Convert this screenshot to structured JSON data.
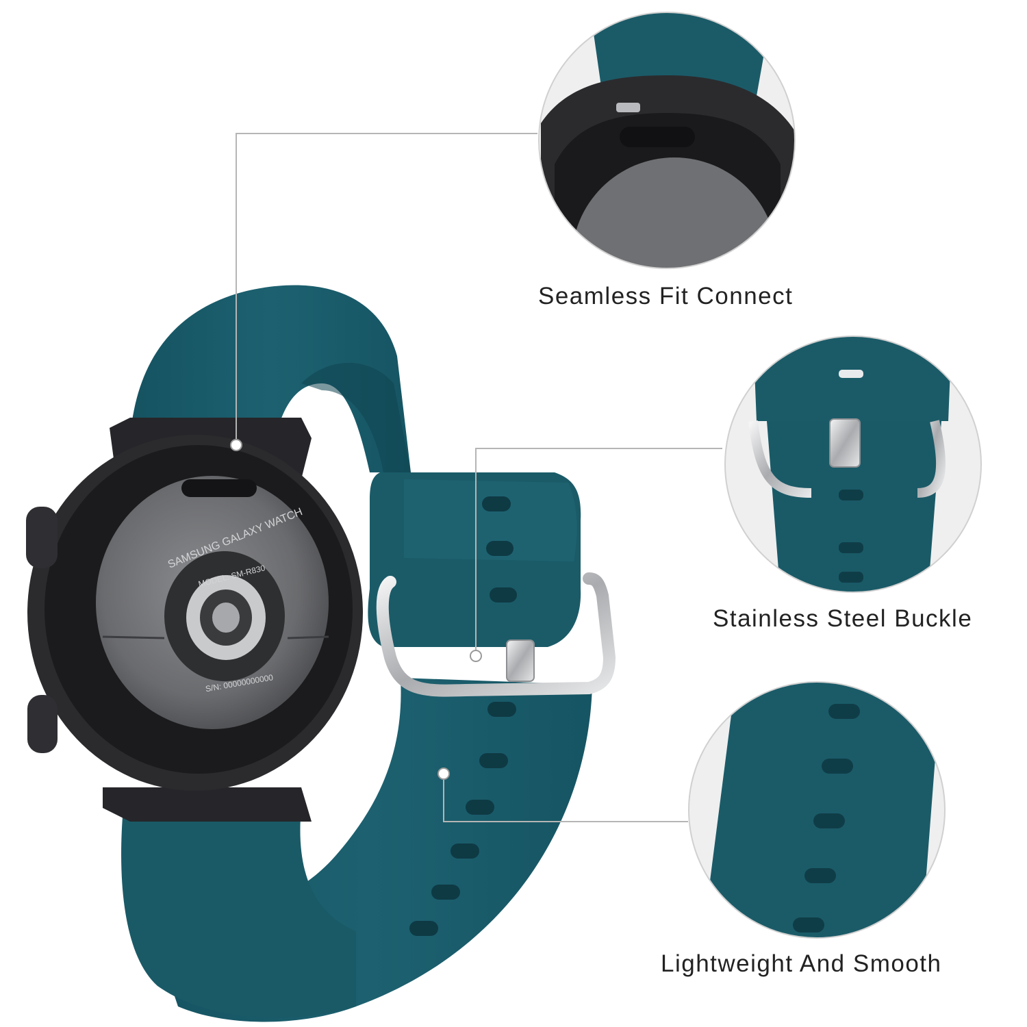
{
  "colors": {
    "band": "#1b5b68",
    "band_dark": "#134651",
    "band_light": "#24707f",
    "watch_case": "#2b2b2e",
    "watch_back": "#6e6f72",
    "steel": "#d9dadc",
    "leader_line": "#b5b5b5",
    "circle_border": "#d0d0d0",
    "caption_text": "#222222"
  },
  "watch": {
    "brand_text": "SAMSUNG GALAXY WATCH",
    "model_text": "MODEL: SM-R830",
    "serial_text": "S/N: 00000000000"
  },
  "features": [
    {
      "id": "fit-connect",
      "caption": "Seamless Fit Connect",
      "icon": "band-connector-closeup"
    },
    {
      "id": "buckle",
      "caption": "Stainless Steel Buckle",
      "icon": "steel-buckle-closeup"
    },
    {
      "id": "smooth",
      "caption": "Lightweight And Smooth",
      "icon": "band-holes-closeup"
    }
  ]
}
